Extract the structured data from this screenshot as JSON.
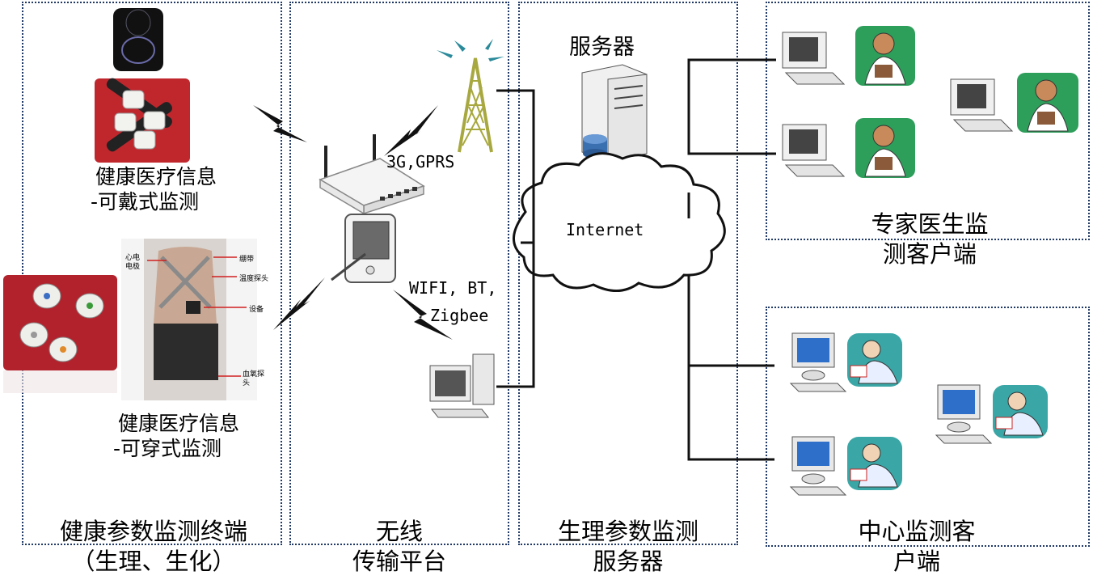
{
  "panels": {
    "terminal_title": "健康参数监测终端",
    "terminal_subtitle": "（生理、生化）",
    "wireless_title_1": "无线",
    "wireless_title_2": "传输平台",
    "server_title_1": "生理参数监测",
    "server_title_2": "服务器",
    "expert_title_1": "专家医生监",
    "expert_title_2": "测客户端",
    "center_title_1": "中心监测客",
    "center_title_2": "户端"
  },
  "labels": {
    "wearable_1": "健康医疗信息",
    "wearable_2": "-可戴式监测",
    "clothing_1": "健康医疗信息",
    "clothing_2": "-可穿式监测",
    "server": "服务器",
    "cellular": "3G,GPRS",
    "short_range_1": "WIFI, BT,",
    "short_range_2": "Zigbee",
    "internet": "Internet"
  },
  "vest_callouts": {
    "ecg": "心电\n电极",
    "strap": "绷带",
    "temp": "温度探头",
    "device": "设备",
    "spo2": "血氧探\n头"
  },
  "colors": {
    "panel_border": "#1f3864",
    "wearable_bg": "#c0272d",
    "monitor_blue": "#2e6fc9",
    "doctor_bg": "#2e9e5b",
    "tech_bg": "#3aa6a6"
  }
}
